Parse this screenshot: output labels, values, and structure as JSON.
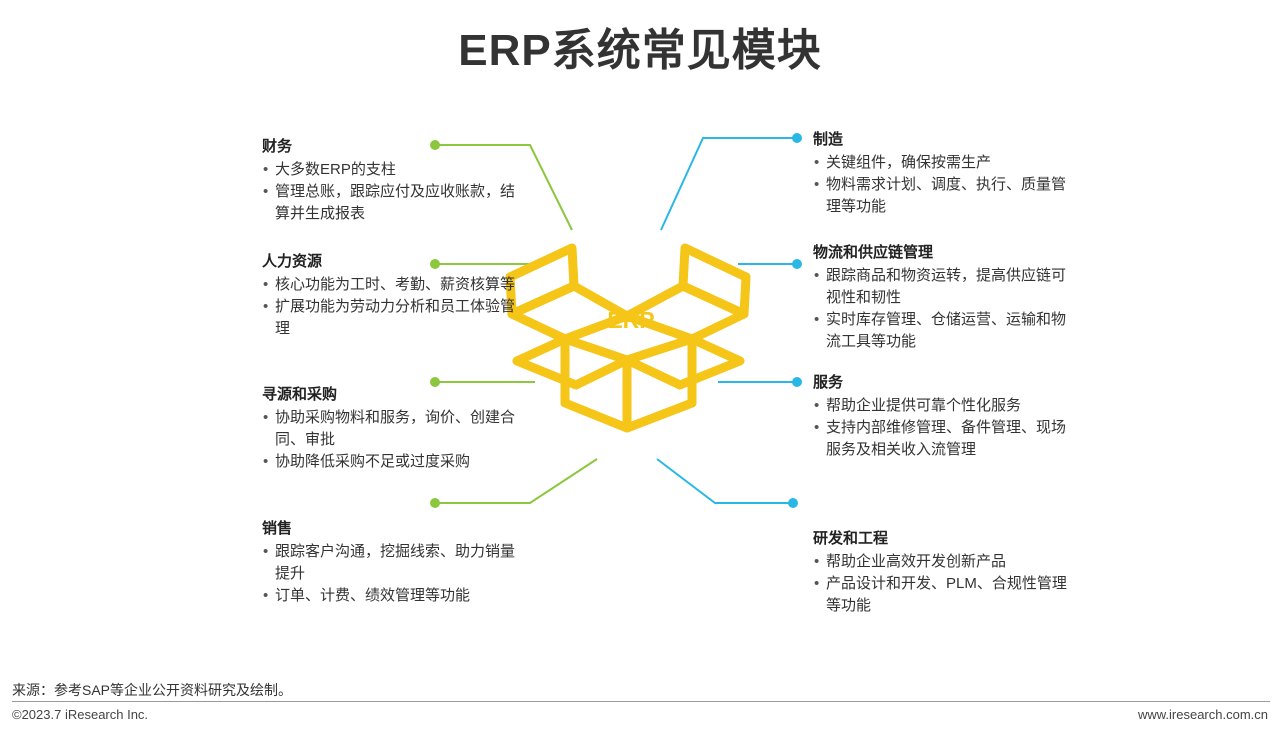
{
  "title": "ERP系统常见模块",
  "center_label": "ERP",
  "colors": {
    "left_accent": "#8dc63f",
    "right_accent": "#29b8e5",
    "box": "#f5c518"
  },
  "modules": {
    "finance": {
      "title": "财务",
      "items": [
        "大多数ERP的支柱",
        "管理总账，跟踪应付及应收账款，结算并生成报表"
      ]
    },
    "hr": {
      "title": "人力资源",
      "items": [
        "核心功能为工时、考勤、薪资核算等",
        "扩展功能为劳动力分析和员工体验管理"
      ]
    },
    "sourcing": {
      "title": "寻源和采购",
      "items": [
        "协助采购物料和服务，询价、创建合同、审批",
        "协助降低采购不足或过度采购"
      ]
    },
    "sales": {
      "title": "销售",
      "items": [
        "跟踪客户沟通，挖掘线索、助力销量提升",
        "订单、计费、绩效管理等功能"
      ]
    },
    "manufacturing": {
      "title": "制造",
      "items": [
        "关键组件，确保按需生产",
        "物料需求计划、调度、执行、质量管理等功能"
      ]
    },
    "logistics": {
      "title": "物流和供应链管理",
      "items": [
        "跟踪商品和物资运转，提高供应链可视性和韧性",
        "实时库存管理、仓储运营、运输和物流工具等功能"
      ]
    },
    "service": {
      "title": "服务",
      "items": [
        "帮助企业提供可靠个性化服务",
        "支持内部维修管理、备件管理、现场服务及相关收入流管理"
      ]
    },
    "rnd": {
      "title": "研发和工程",
      "items": [
        "帮助企业高效开发创新产品",
        "产品设计和开发、PLM、合规性管理等功能"
      ]
    }
  },
  "footer": {
    "source": "来源：参考SAP等企业公开资料研究及绘制。",
    "copyright": "©2023.7 iResearch Inc.",
    "website": "www.iresearch.com.cn"
  }
}
